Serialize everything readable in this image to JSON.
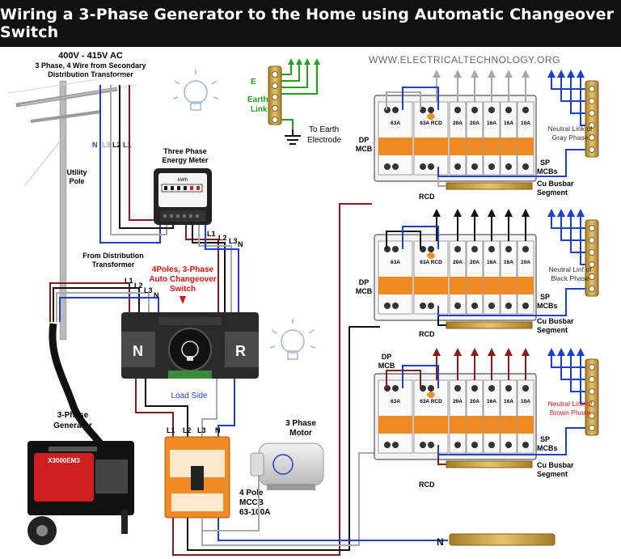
{
  "title": "Wiring a 3-Phase Generator to the Home using Automatic Changeover Switch",
  "website": "WWW.ELECTRICALTECHNOLOGY.ORG",
  "supply": {
    "voltage": "400V - 415V AC",
    "line1": "3 Phase, 4 Wire from Secondary",
    "line2": "Distribution Transformer"
  },
  "pole": {
    "line1": "Utility",
    "line2": "Pole"
  },
  "phases": {
    "n": "N",
    "l1": "L1",
    "l2": "L2",
    "l3": "L3"
  },
  "meter": {
    "line1": "Three Phase",
    "line2": "Energy Meter",
    "unit": "kWh"
  },
  "earth": {
    "e": "E",
    "link1": "Earth",
    "link2": "Link",
    "to1": "To Earth",
    "to2": "Electrode"
  },
  "from_transformer": {
    "line1": "From Distribution",
    "line2": "Transformer"
  },
  "ats": {
    "line1": "4Poles, 3-Phase",
    "line2": "Auto Changeover",
    "line3": "Switch",
    "n": "N",
    "r": "R",
    "load": "Load Side"
  },
  "generator": {
    "line1": "3-Phase",
    "line2": "Generator",
    "model": "X3000EM3"
  },
  "mccb": {
    "line1": "4 Pole",
    "line2": "MCCB",
    "line3": "63-100A"
  },
  "motor": {
    "line1": "3 Phase",
    "line2": "Motor"
  },
  "panel": {
    "dp": "DP",
    "mcb": "MCB",
    "sp": "SP",
    "mcbs": "MCBs",
    "rcd": "RCD",
    "cu": "Cu Busbar",
    "seg": "Segment",
    "ratings": [
      "63A",
      "63A RCD",
      "20A",
      "20A",
      "16A",
      "16A",
      "10A"
    ],
    "rcd_face": "RCD"
  },
  "neutral": [
    {
      "line1": "Neutral Link of",
      "line2": "Gray Phase"
    },
    {
      "line1": "Neutral Linf of",
      "line2": "Black Phase"
    },
    {
      "line1": "Neutral Link of",
      "line2": "Brown Phase"
    }
  ],
  "bottom_n": "N",
  "colors": {
    "gray": "#a8a8a8",
    "black": "#111111",
    "brown": "#8b1a1a",
    "blue": "#1f3fd1",
    "green": "#21a11f",
    "red": "#e01010",
    "orange": "#f08a24",
    "busbar": "#c8a24a"
  }
}
